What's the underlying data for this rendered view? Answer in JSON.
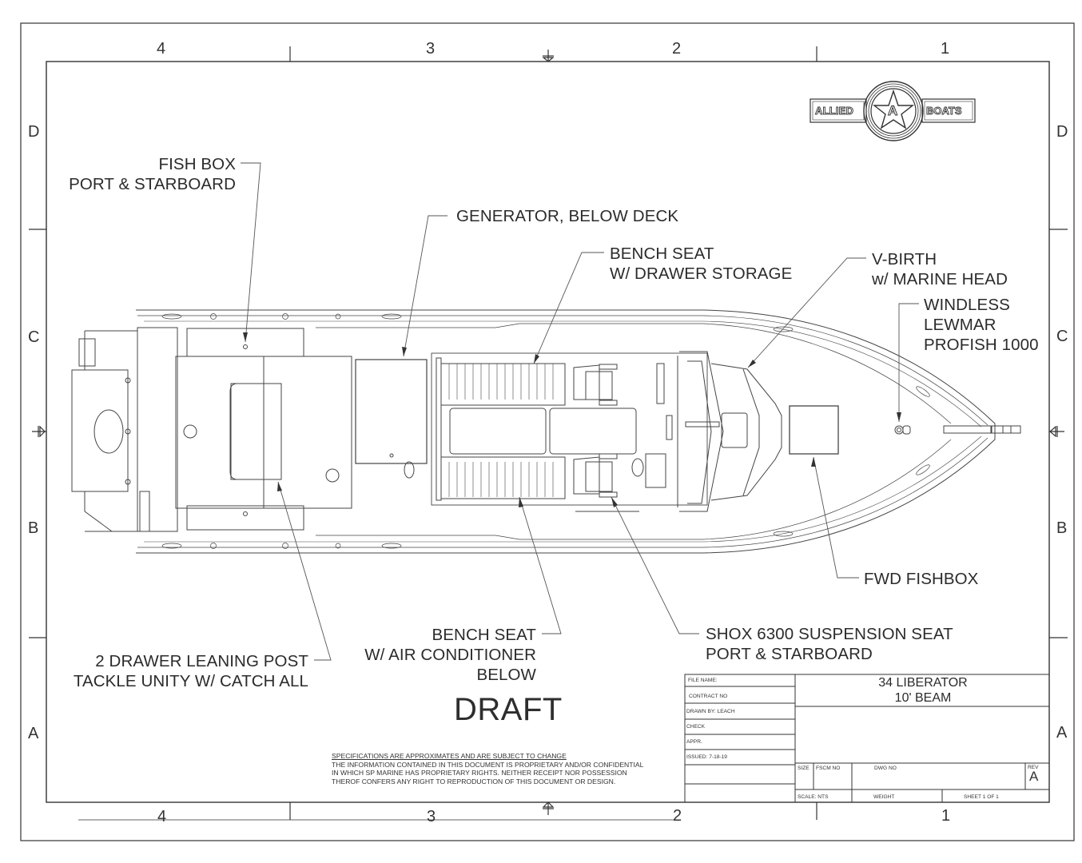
{
  "sheet": {
    "zones_top": [
      "4",
      "3",
      "2",
      "1"
    ],
    "zones_bottom": [
      "4",
      "3",
      "2",
      "1"
    ],
    "zones_left": [
      "D",
      "C",
      "B",
      "A"
    ],
    "zones_right": [
      "D",
      "C",
      "B",
      "A"
    ]
  },
  "logo": {
    "left_word": "ALLIED",
    "right_word": "BOATS",
    "center_letter": "A"
  },
  "callouts": {
    "fish_box": [
      "FISH BOX",
      "PORT & STARBOARD"
    ],
    "generator": [
      "GENERATOR, BELOW DECK"
    ],
    "bench_seat_drawer": [
      "BENCH SEAT",
      "W/ DRAWER STORAGE"
    ],
    "v_birth": [
      "V-BIRTH",
      "w/ MARINE HEAD"
    ],
    "windless": [
      "WINDLESS",
      "LEWMAR",
      "PROFISH 1000"
    ],
    "fwd_fishbox": [
      "FWD FISHBOX"
    ],
    "shox_seat": [
      "SHOX 6300 SUSPENSION SEAT",
      "PORT & STARBOARD"
    ],
    "bench_seat_ac": [
      "BENCH SEAT",
      "W/ AIR CONDITIONER",
      "BELOW"
    ],
    "leaning_post": [
      "2 DRAWER LEANING POST",
      "TACKLE UNITY W/ CATCH ALL"
    ]
  },
  "stamp": "DRAFT",
  "notes": {
    "heading": "SPECIFICATIONS ARE APPROXIMATES AND ARE SUBJECT TO CHANGE",
    "lines": [
      "THE INFORMATION CONTAINED IN THIS DOCUMENT IS PROPRIETARY AND/OR CONFIDENTIAL",
      "IN WHICH SP MARINE HAS PROPRIETARY RIGHTS. NEITHER RECEIPT NOR POSSESSION",
      "THEROF CONFERS ANY RIGHT TO REPRODUCTION OF THIS DOCUMENT OR DESIGN."
    ]
  },
  "title_block": {
    "file_name": "FILE NAME:",
    "contract_no": "CONTRACT NO",
    "drawn_by": "DRAWN BY:  LEACH",
    "check": "CHECK",
    "appr": "APPR.",
    "issued": "ISSUED:  7-18-19",
    "title_line1": "34 LIBERATOR",
    "title_line2": "10'  BEAM",
    "size_label": "SIZE",
    "fscm_label": "FSCM NO",
    "dwg_label": "DWG NO",
    "rev_label": "REV",
    "rev_value": "A",
    "scale": "SCALE: NTS",
    "weight": "WEIGHT",
    "sheet": "SHEET 1 OF 1"
  }
}
